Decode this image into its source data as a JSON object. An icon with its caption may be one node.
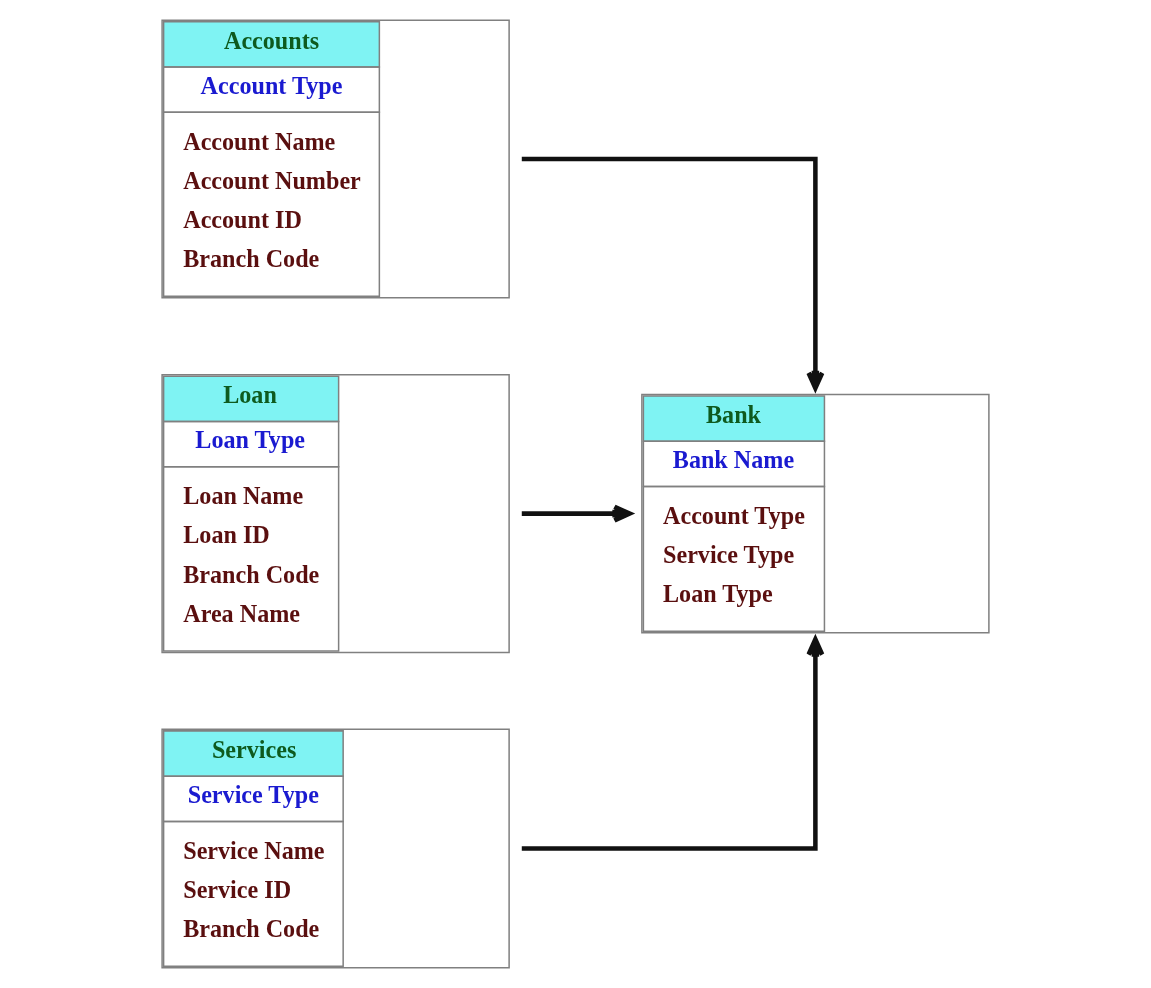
{
  "diagram": {
    "nodes": [
      {
        "text": [
          "Accounts",
          "Account Type",
          "Account Name",
          "Account Number",
          "Account ID",
          "Branch Code"
        ]
      },
      {
        "text": [
          "Loan",
          "Loan Type",
          "Loan Name",
          "Loan ID",
          "Branch Code",
          "Area Name"
        ]
      },
      {
        "text": [
          "Bank",
          "Bank Name",
          "Account Type",
          "Service Type",
          "Loan Type"
        ]
      },
      {
        "text": [
          "Services",
          "Service Type",
          "Service Name",
          "Service ID",
          "Branch Code"
        ]
      }
    ],
    "edges": [
      {
        "from": 0,
        "to": 2,
        "arrow": "to"
      },
      {
        "from": 3,
        "to": 2,
        "arrow": "to"
      },
      {
        "from": 1,
        "to": 2,
        "arrow": "to"
      }
    ]
  }
}
